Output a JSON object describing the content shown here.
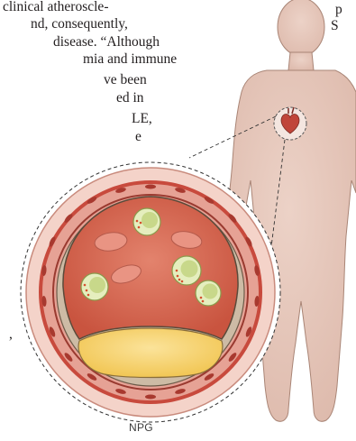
{
  "body_text_left": [
    "clinical atheroscle-",
    "nd, consequently,",
    "disease. “Although",
    "mia and immune",
    "ve been",
    "ed in",
    "LE,",
    "e"
  ],
  "body_text_right": [
    "p",
    "S"
  ],
  "edge_text_right": "I",
  "edge_text_left": ",",
  "credit": "NPG",
  "colors": {
    "skin": "#e8cbbf",
    "skin_outline": "#b59080",
    "artery_outer": "#f2cfc6",
    "muscle": "#b8463a",
    "plaque_wall": "#c8b8a2",
    "lumen_blood": "#d96a55",
    "lipid_core": "#f7d36a",
    "foam_cell": "#dbe8a8",
    "rbc": "#e88a78"
  }
}
